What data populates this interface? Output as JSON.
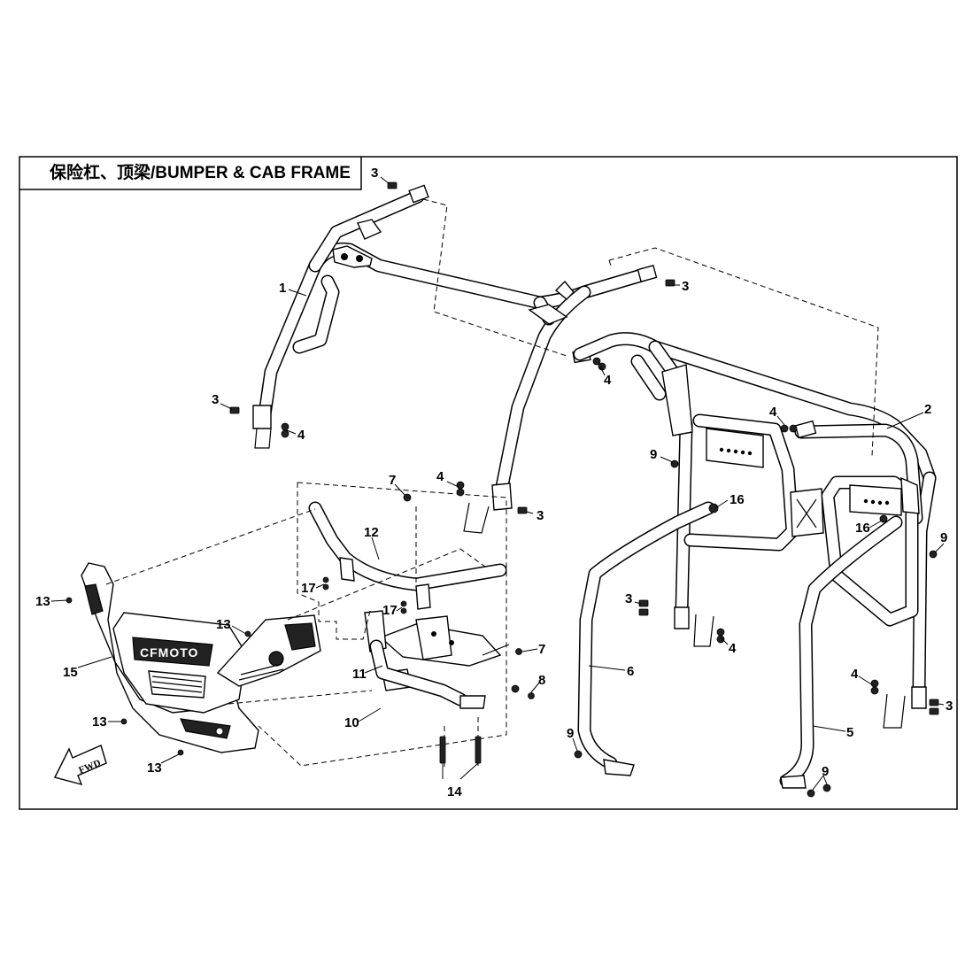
{
  "title": "保险杠、顶梁/BUMPER & CAB FRAME",
  "logo_text": "CFMOTO",
  "fwd_label": "FWD",
  "callouts": [
    {
      "id": "c1",
      "label": "1"
    },
    {
      "id": "c2",
      "label": "2"
    },
    {
      "id": "c3a",
      "label": "3"
    },
    {
      "id": "c3b",
      "label": "3"
    },
    {
      "id": "c3c",
      "label": "3"
    },
    {
      "id": "c3d",
      "label": "3"
    },
    {
      "id": "c3e",
      "label": "3"
    },
    {
      "id": "c3f",
      "label": "3"
    },
    {
      "id": "c4a",
      "label": "4"
    },
    {
      "id": "c4b",
      "label": "4"
    },
    {
      "id": "c4c",
      "label": "4"
    },
    {
      "id": "c4d",
      "label": "4"
    },
    {
      "id": "c4e",
      "label": "4"
    },
    {
      "id": "c4f",
      "label": "4"
    },
    {
      "id": "c5",
      "label": "5"
    },
    {
      "id": "c6",
      "label": "6"
    },
    {
      "id": "c7a",
      "label": "7"
    },
    {
      "id": "c7b",
      "label": "7"
    },
    {
      "id": "c8",
      "label": "8"
    },
    {
      "id": "c9a",
      "label": "9"
    },
    {
      "id": "c9b",
      "label": "9"
    },
    {
      "id": "c9c",
      "label": "9"
    },
    {
      "id": "c9d",
      "label": "9"
    },
    {
      "id": "c10",
      "label": "10"
    },
    {
      "id": "c11",
      "label": "11"
    },
    {
      "id": "c12",
      "label": "12"
    },
    {
      "id": "c13a",
      "label": "13"
    },
    {
      "id": "c13b",
      "label": "13"
    },
    {
      "id": "c13c",
      "label": "13"
    },
    {
      "id": "c13d",
      "label": "13"
    },
    {
      "id": "c14",
      "label": "14"
    },
    {
      "id": "c15",
      "label": "15"
    },
    {
      "id": "c16a",
      "label": "16"
    },
    {
      "id": "c16b",
      "label": "16"
    },
    {
      "id": "c17a",
      "label": "17"
    },
    {
      "id": "c17b",
      "label": "17"
    }
  ]
}
